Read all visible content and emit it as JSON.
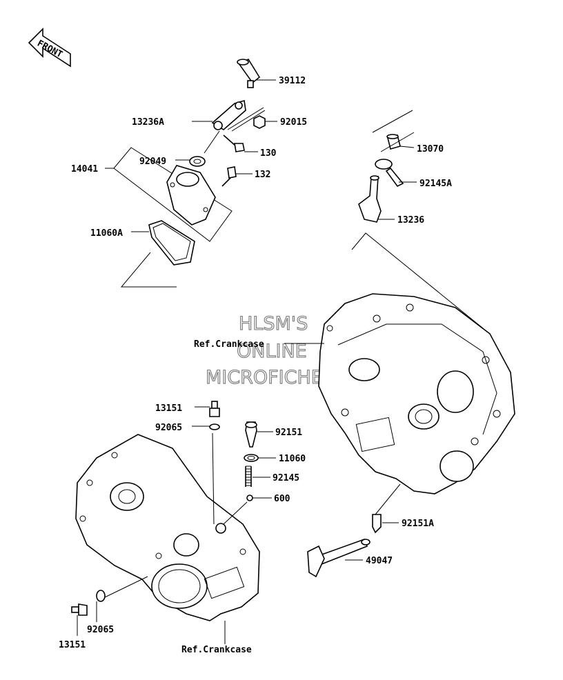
{
  "front_label": "FRONT",
  "watermark": [
    "HLSM'S",
    "ONLINE",
    "MICROFICHE"
  ],
  "parts": {
    "p39112": "39112",
    "p13236A": "13236A",
    "p92015": "92015",
    "p130": "130",
    "p14041": "14041",
    "p92049": "92049",
    "p132": "132",
    "p11060A": "11060A",
    "p13070": "13070",
    "p92145A": "92145A",
    "p13236": "13236",
    "ref_crankcase_top": "Ref.Crankcase",
    "p13151_top": "13151",
    "p92065_top": "92065",
    "p92151": "92151",
    "p11060": "11060",
    "p92145": "92145",
    "p600": "600",
    "p92151A": "92151A",
    "p49047": "49047",
    "p92065_bottom": "92065",
    "p13151_bottom": "13151",
    "ref_crankcase_bottom": "Ref.Crankcase"
  }
}
